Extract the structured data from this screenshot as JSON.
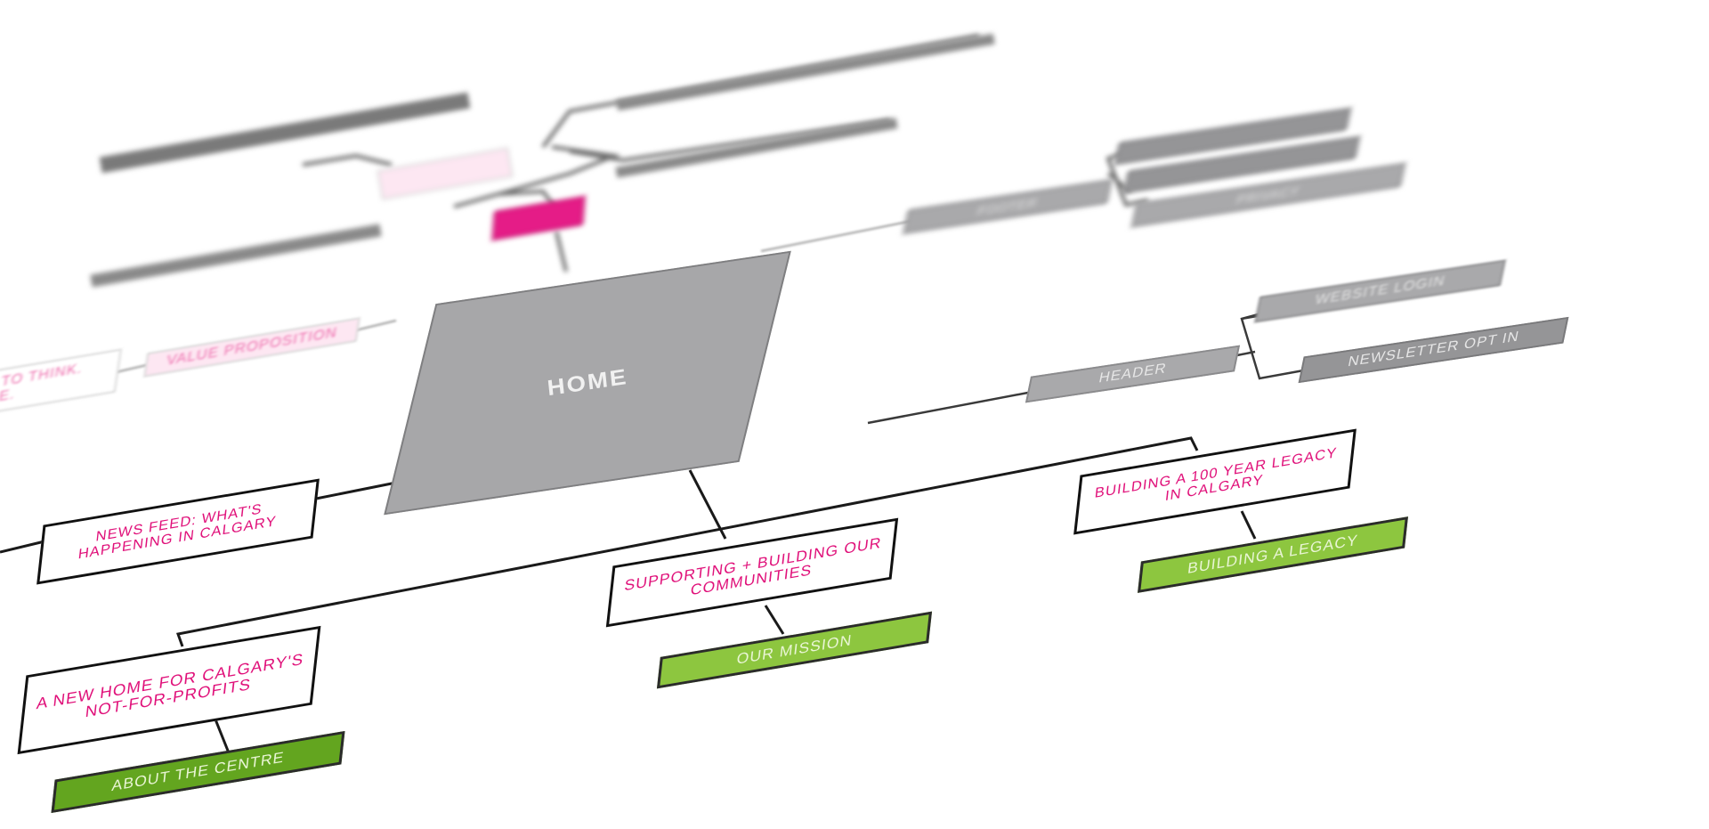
{
  "diagram": {
    "home": "HOME",
    "value_proposition": "VALUE PROPOSITION",
    "partial_left_line1": "TO THINK.",
    "partial_left_line2": "E.",
    "header": "HEADER",
    "website_login": "WEBSITE LOGIN",
    "newsletter_opt_in": "NEWSLETTER OPT IN",
    "footer_blurred": "FOOTER",
    "privacy_blurred": "PRIVACY",
    "news_feed": "NEWS FEED: WHAT'S HAPPENING IN CALGARY",
    "new_home": "A NEW HOME FOR CALGARY'S NOT-FOR-PROFITS",
    "supporting": "SUPPORTING + BUILDING OUR COMMUNITIES",
    "legacy_card": "BUILDING A 100 YEAR LEGACY IN CALGARY",
    "about_the_centre": "ABOUT THE CENTRE",
    "our_mission": "OUR MISSION",
    "building_a_legacy": "BUILDING A LEGACY"
  },
  "colors": {
    "magenta": "#e0117a",
    "green": "#8dc63f",
    "gray": "#a9a9ab",
    "line": "#1a1a1a"
  }
}
